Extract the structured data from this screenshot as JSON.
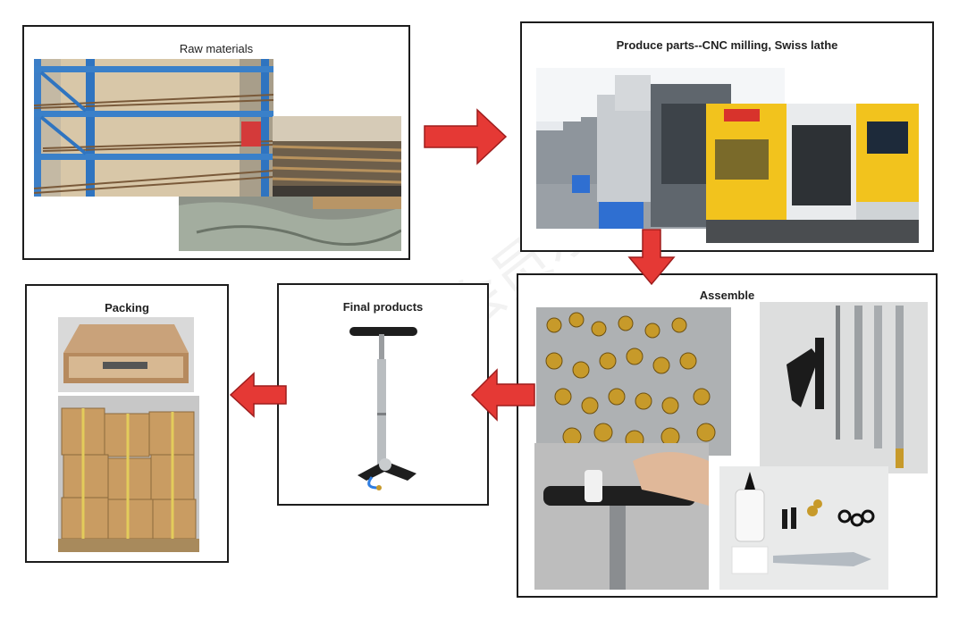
{
  "stages": {
    "raw_materials": "Raw materials",
    "produce_parts": "Produce parts--CNC milling, Swiss lathe",
    "assemble": "Assemble",
    "final_products": "Final products",
    "packing": "Packing"
  },
  "colors": {
    "arrow": "#e53935",
    "arrow_stroke": "#9e1d1d",
    "border": "#1c1c1c"
  },
  "watermark": "非会员水印"
}
